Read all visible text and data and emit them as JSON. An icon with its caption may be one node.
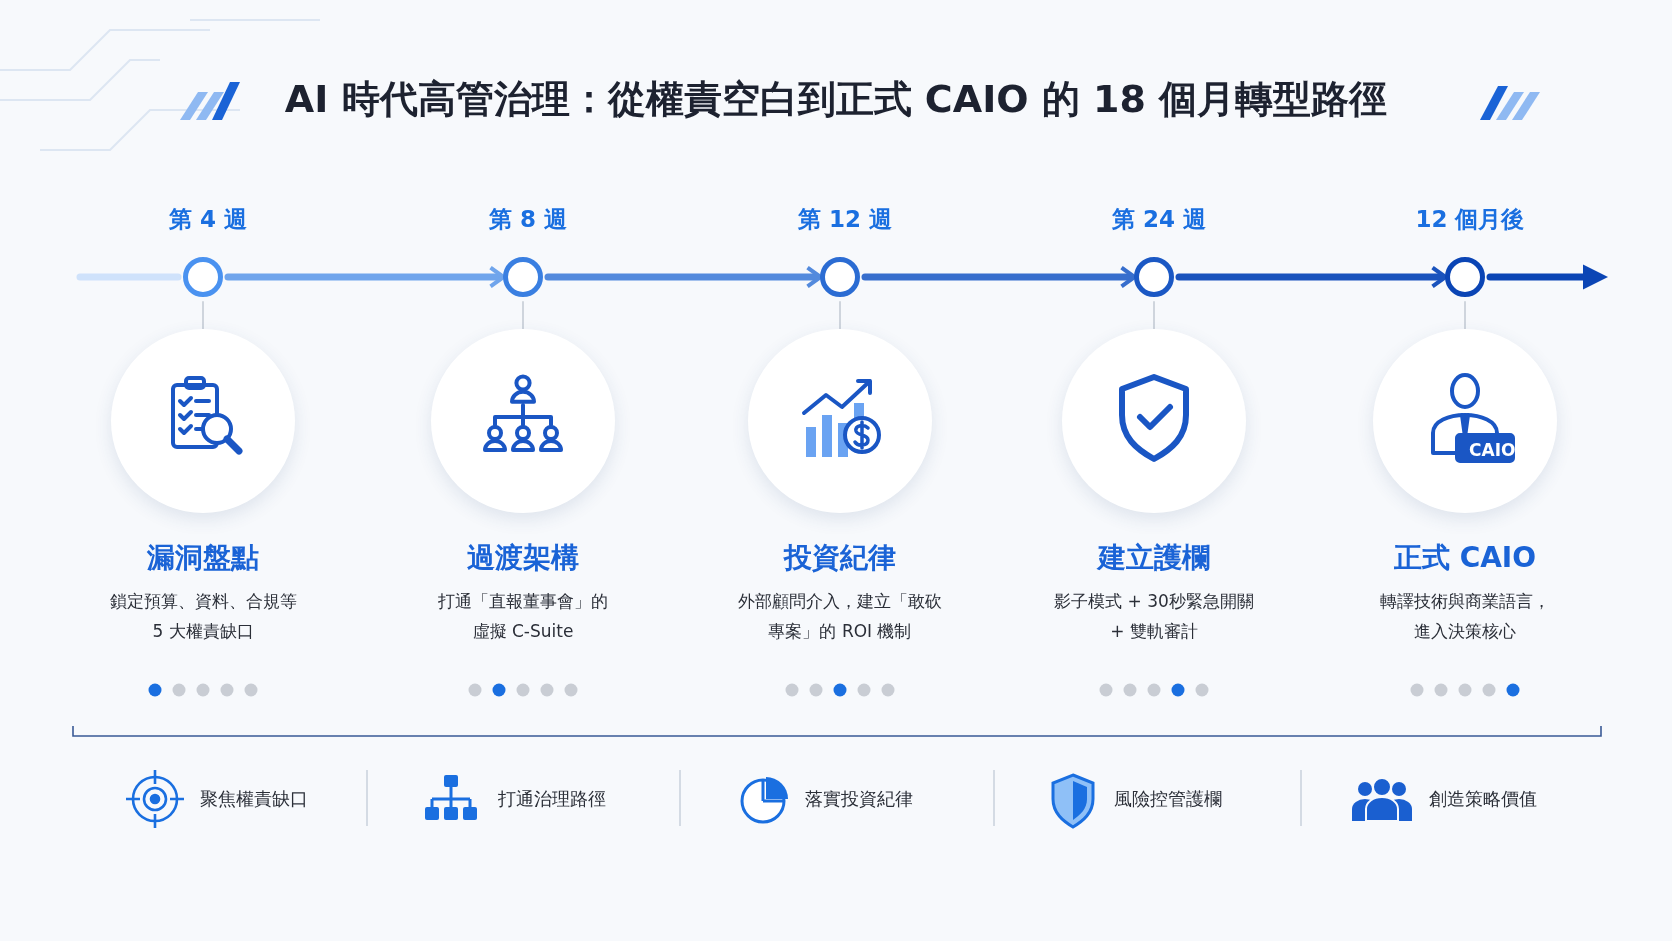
{
  "diagram": {
    "title": "AI 時代高管治理：從權責空白到正式 CAIO 的 18 個月轉型路徑",
    "nodes": [
      {
        "text": [],
        "shape": "circle",
        "beside": [
          "第 4 週"
        ]
      },
      {
        "text": [],
        "shape": "circle",
        "beside": [
          "第 8 週"
        ]
      },
      {
        "text": [],
        "shape": "circle",
        "beside": [
          "第 12 週"
        ]
      },
      {
        "text": [],
        "shape": "circle",
        "beside": [
          "第 24 週"
        ]
      },
      {
        "text": [],
        "shape": "circle",
        "beside": [
          "12 個月後"
        ]
      },
      {
        "text": [],
        "shape": "circle",
        "beside": [
          "漏洞盤點",
          "鎖定預算、資料、合規等5 大權責缺口"
        ]
      },
      {
        "text": [],
        "shape": "circle",
        "beside": [
          "過渡架構",
          "打通「直報董事會」的虛擬 C-Suite"
        ]
      },
      {
        "text": [],
        "shape": "circle",
        "beside": [
          "投資紀律",
          "外部顧問介入，建立「敢砍專案」的 ROI 機制"
        ]
      },
      {
        "text": [],
        "shape": "circle",
        "beside": [
          "建立護欄",
          "影子模式 + 30秒緊急開關 + 雙軌審計"
        ]
      },
      {
        "text": [],
        "shape": "circle",
        "beside": [
          "正式 CAIO",
          "轉譯技術與商業語言，進入決策核心"
        ]
      }
    ],
    "edges": [
      {
        "from": null,
        "to": 0,
        "arrow": "none",
        "color": "#cfe2fb"
      },
      {
        "from": 0,
        "to": 1,
        "arrow": "to",
        "color": "#70a5ec"
      },
      {
        "from": 1,
        "to": 2,
        "arrow": "to",
        "color": "#538add"
      },
      {
        "from": 2,
        "to": 3,
        "arrow": "to",
        "color": "#376ecd"
      },
      {
        "from": 3,
        "to": 4,
        "arrow": "to",
        "color": "#1a53bd"
      },
      {
        "from": 4,
        "to": null,
        "arrow": "to",
        "color": "#0b45b5"
      },
      {
        "from": 0,
        "to": 5,
        "arrow": "none"
      },
      {
        "from": 1,
        "to": 6,
        "arrow": "none"
      },
      {
        "from": 2,
        "to": 7,
        "arrow": "none"
      },
      {
        "from": 3,
        "to": 8,
        "arrow": "none"
      },
      {
        "from": 4,
        "to": 9,
        "arrow": "none"
      }
    ],
    "labels": [
      "CAIO",
      "聚焦權責缺口",
      "打通治理路徑",
      "落實投資紀律",
      "風險控管護欄",
      "創造策略價值"
    ]
  }
}
